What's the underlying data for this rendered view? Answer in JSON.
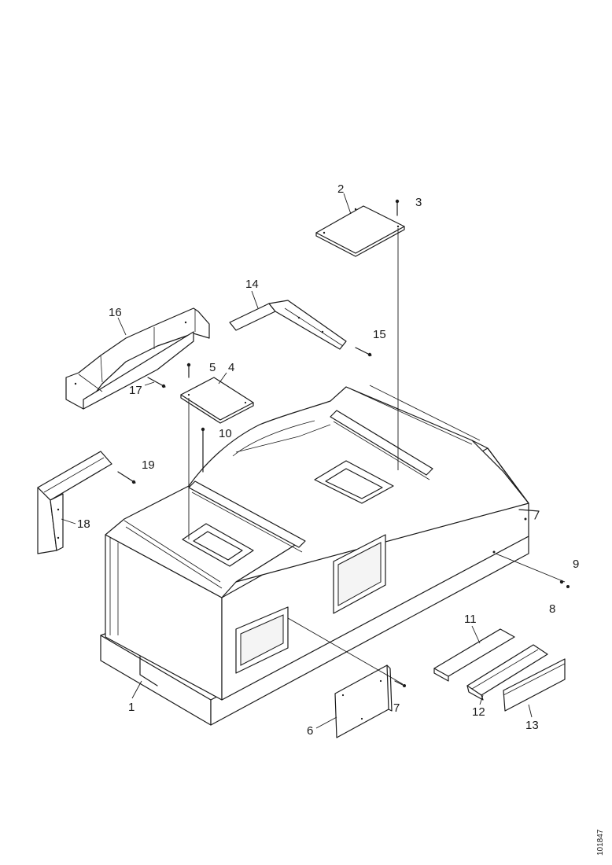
{
  "diagram": {
    "callouts": [
      "1",
      "2",
      "3",
      "4",
      "5",
      "6",
      "7",
      "8",
      "9",
      "10",
      "11",
      "12",
      "13",
      "14",
      "15",
      "16",
      "17",
      "18",
      "19"
    ],
    "document_number": "101847"
  },
  "colors": {
    "ink": "#1a1a1a",
    "paper": "#ffffff"
  }
}
